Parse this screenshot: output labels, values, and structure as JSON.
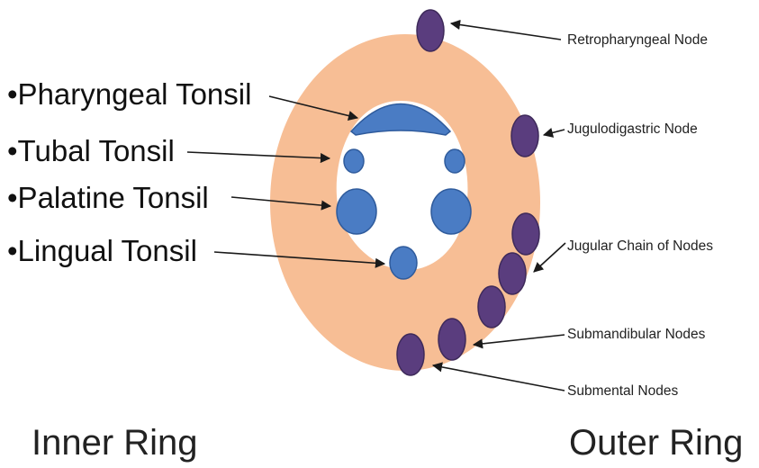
{
  "inner_ring": {
    "caption": "Inner Ring",
    "labels": [
      "•Pharyngeal Tonsil",
      "•Tubal Tonsil",
      "•Palatine Tonsil",
      "•Lingual Tonsil"
    ]
  },
  "outer_ring": {
    "caption": "Outer Ring",
    "labels": [
      "Retropharyngeal Node",
      "Jugulodigastric Node",
      "Jugular Chain of Nodes",
      "Submandibular Nodes",
      "Submental Nodes"
    ]
  },
  "colors": {
    "ring": "#f7be95",
    "tonsil": "#4a7cc4",
    "tonsil_stroke": "#2f5b9c",
    "node": "#5a3d7e",
    "node_stroke": "#3e2a5a",
    "arrow": "#1a1a1a"
  }
}
